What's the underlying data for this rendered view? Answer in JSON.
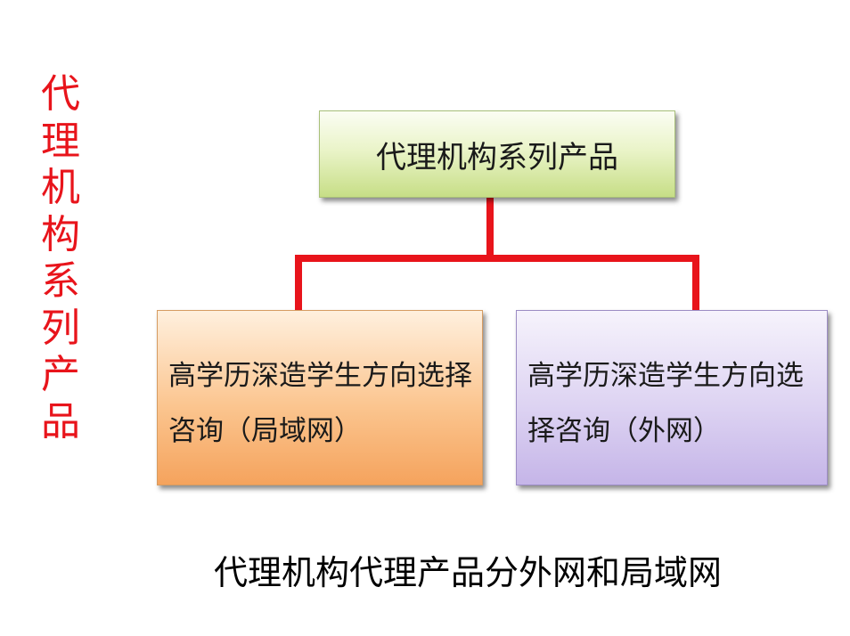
{
  "side_title": "代理机构系列产品",
  "diagram": {
    "root": "代理机构系列产品",
    "children": [
      "高学历深造学生方向选择咨询（局域网）",
      "高学历深造学生方向选择咨询（外网）"
    ],
    "connector_color": "#e8141b"
  },
  "caption": "代理机构代理产品分外网和局域网"
}
